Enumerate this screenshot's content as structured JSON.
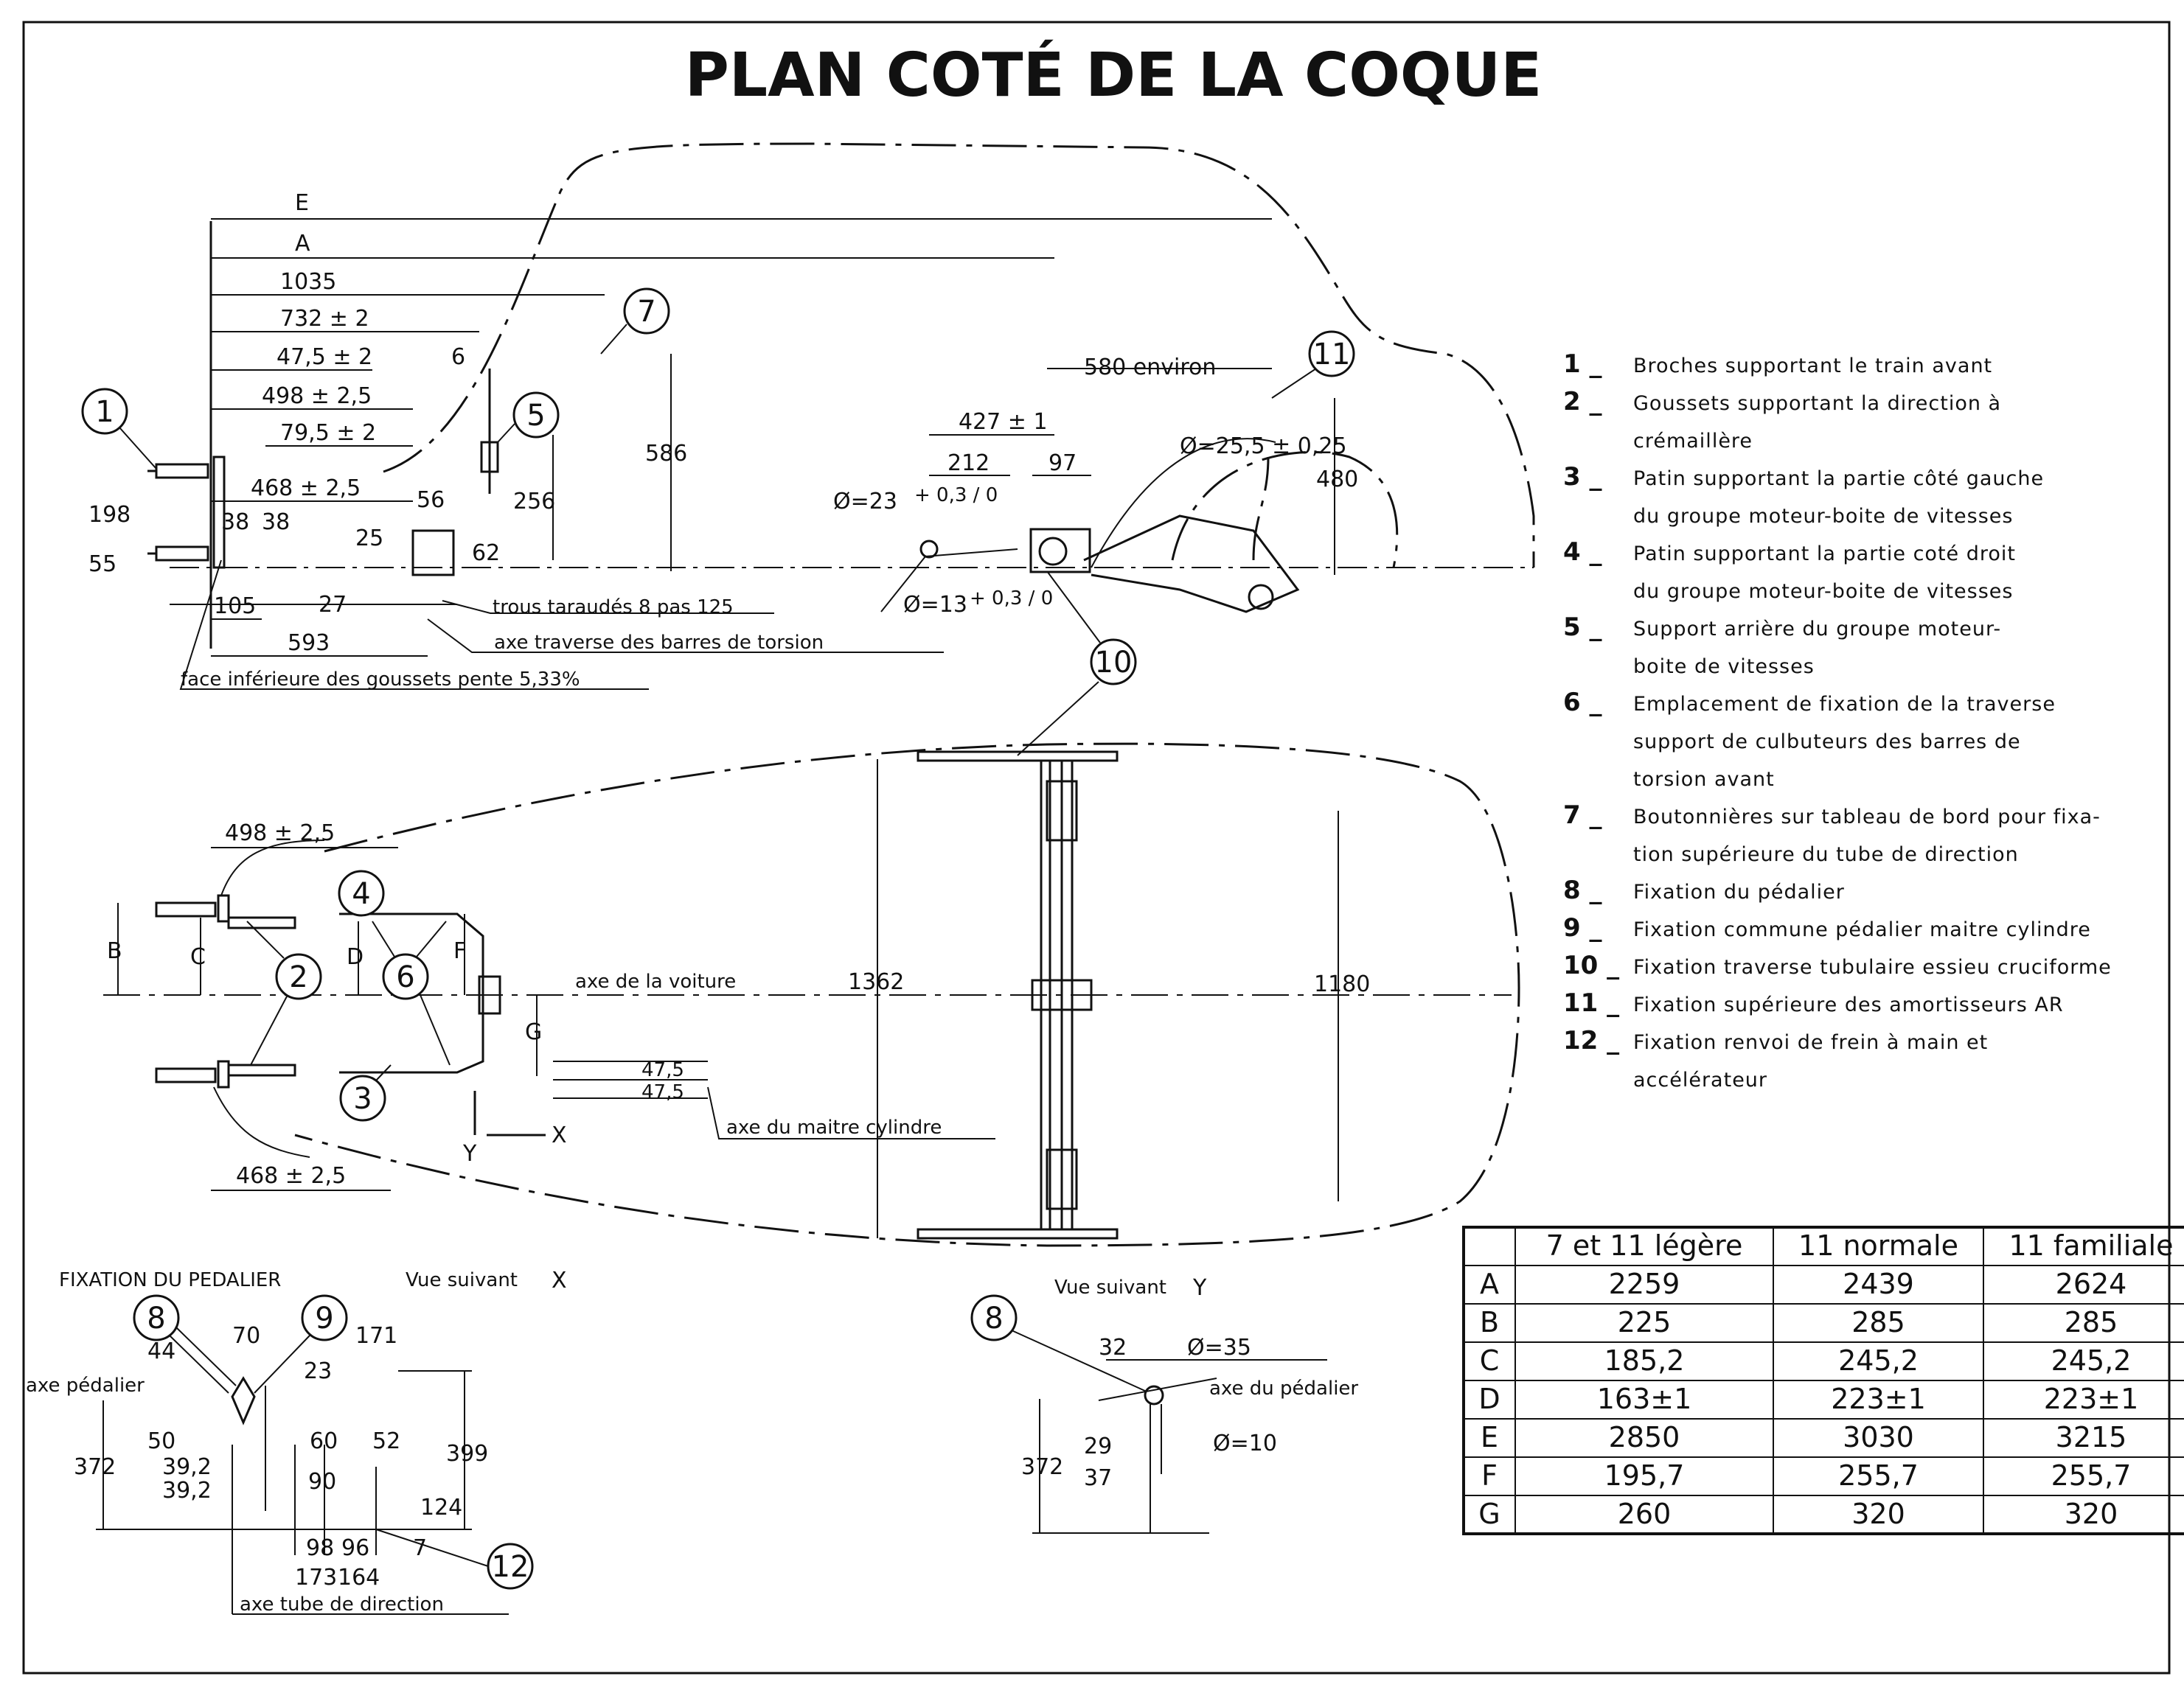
{
  "title": "PLAN COTÉ DE LA COQUE",
  "side_view": {
    "letters": [
      "E",
      "A"
    ],
    "dims": {
      "d1035": "1035",
      "d732": "732 ± 2",
      "d475": "47,5 ± 2",
      "d6": "6",
      "d498": "498 ± 2,5",
      "d795": "79,5 ± 2",
      "d468": "468 ± 2,5",
      "d56": "56",
      "d38a": "38",
      "d38b": "38",
      "d25": "25",
      "d62": "62",
      "d198": "198",
      "d55": "55",
      "d105": "105",
      "d27": "27",
      "d593": "593",
      "d586": "586",
      "d256": "256",
      "d580": "580 environ",
      "d427": "427 ± 1",
      "d212": "212",
      "d97": "97",
      "dia23": "Ø=23",
      "dia23tol": "+ 0,3 / 0",
      "dia13": "Ø=13",
      "dia13tol": "+ 0,3 / 0",
      "dia255": "Ø=25,5 ± 0,25",
      "d480": "480"
    },
    "notes": {
      "trous": "trous taraudés 8 pas 125",
      "axe_traverse": "axe traverse des barres de torsion",
      "face": "face inférieure des goussets pente 5,33%"
    },
    "bubbles": [
      "1",
      "5",
      "7",
      "11",
      "10"
    ]
  },
  "plan_view": {
    "dims": {
      "d498": "498 ± 2,5",
      "d1362": "1362",
      "d1180": "1180",
      "d475a": "47,5",
      "d475b": "47,5",
      "d468": "468 ± 2,5"
    },
    "letters": [
      "B",
      "C",
      "D",
      "F",
      "G"
    ],
    "axis_voiture": "axe de la voiture",
    "axis_maitre": "axe du maitre cylindre",
    "y_label": "Y",
    "x_label": "X",
    "bubbles": [
      "4",
      "2",
      "6",
      "3"
    ]
  },
  "pedalier": {
    "title": "FIXATION DU PEDALIER",
    "view": "Vue suivant",
    "view_letter": "X",
    "axe_pedalier": "axe pédalier",
    "axe_tube": "axe tube de direction",
    "dims": [
      "44",
      "70",
      "171",
      "23",
      "50",
      "60",
      "52",
      "372",
      "39,2",
      "39,2",
      "90",
      "399",
      "124",
      "98",
      "96",
      "7",
      "173",
      "164"
    ],
    "bubbles": [
      "8",
      "9",
      "12"
    ]
  },
  "view_y": {
    "title": "Vue suivant",
    "letter": "Y",
    "dims": [
      "32",
      "Ø=35",
      "29",
      "37",
      "372",
      "Ø=10"
    ],
    "axe": "axe du pédalier",
    "bubble": "8"
  },
  "legend": [
    {
      "num": "1",
      "lines": [
        "Broches supportant le train avant"
      ]
    },
    {
      "num": "2",
      "lines": [
        "Goussets supportant la direction à",
        "crémaillère"
      ]
    },
    {
      "num": "3",
      "lines": [
        "Patin supportant la partie côté gauche",
        "du groupe moteur-boite de vitesses"
      ]
    },
    {
      "num": "4",
      "lines": [
        "Patin supportant la partie coté droit",
        "du groupe moteur-boite de vitesses"
      ]
    },
    {
      "num": "5",
      "lines": [
        "Support arrière du groupe moteur-",
        "boite de vitesses"
      ]
    },
    {
      "num": "6",
      "lines": [
        "Emplacement de fixation de la traverse",
        "support de culbuteurs des barres de",
        "torsion avant"
      ]
    },
    {
      "num": "7",
      "lines": [
        "Boutonnières sur tableau de bord pour fixa-",
        "tion supérieure du tube de direction"
      ]
    },
    {
      "num": "8",
      "lines": [
        "Fixation du pédalier"
      ]
    },
    {
      "num": "9",
      "lines": [
        "Fixation commune pédalier maitre cylindre"
      ]
    },
    {
      "num": "10",
      "lines": [
        "Fixation traverse tubulaire essieu cruciforme"
      ]
    },
    {
      "num": "11",
      "lines": [
        "Fixation supérieure des amortisseurs AR"
      ]
    },
    {
      "num": "12",
      "lines": [
        "Fixation renvoi de frein à main et",
        "accélérateur"
      ]
    }
  ],
  "table": {
    "headers": [
      "",
      "7 et 11 légère",
      "11 normale",
      "11 familiale"
    ],
    "rows": [
      [
        "A",
        "2259",
        "2439",
        "2624"
      ],
      [
        "B",
        "225",
        "285",
        "285"
      ],
      [
        "C",
        "185,2",
        "245,2",
        "245,2"
      ],
      [
        "D",
        "163±1",
        "223±1",
        "223±1"
      ],
      [
        "E",
        "2850",
        "3030",
        "3215"
      ],
      [
        "F",
        "195,7",
        "255,7",
        "255,7"
      ],
      [
        "G",
        "260",
        "320",
        "320"
      ]
    ]
  }
}
